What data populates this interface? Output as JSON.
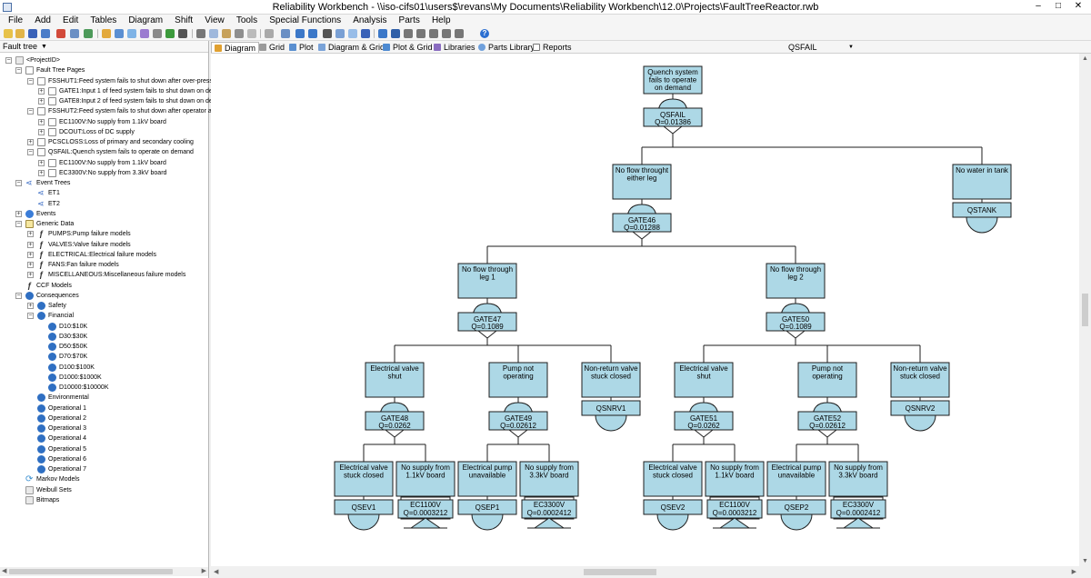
{
  "window": {
    "title": "Reliability Workbench - \\\\iso-cifs01\\users$\\revans\\My Documents\\Reliability Workbench\\12.0\\Projects\\FaultTreeReactor.rwb",
    "controls": [
      "–",
      "□",
      "✕"
    ]
  },
  "menu": [
    "File",
    "Add",
    "Edit",
    "Tables",
    "Diagram",
    "Shift",
    "View",
    "Tools",
    "Special Functions",
    "Analysis",
    "Parts",
    "Help"
  ],
  "left_panel": {
    "header": "Fault tree",
    "tree": [
      {
        "level": 0,
        "exp": "-",
        "icon": "folder",
        "label": "<ProjectID>"
      },
      {
        "level": 1,
        "exp": "-",
        "icon": "page",
        "label": "Fault Tree Pages"
      },
      {
        "level": 2,
        "exp": "-",
        "icon": "page",
        "label": "FSSHUT1:Feed system fails to shut down after over-press"
      },
      {
        "level": 3,
        "exp": "+",
        "icon": "gate",
        "label": "GATE1:Input 1 of feed system fails to shut down on de"
      },
      {
        "level": 3,
        "exp": "+",
        "icon": "gate",
        "label": "GATE8:Input 2 of feed system fails to shut down on de"
      },
      {
        "level": 2,
        "exp": "-",
        "icon": "page",
        "label": "FSSHUT2:Feed system fails to shut down after operator ac"
      },
      {
        "level": 3,
        "exp": "+",
        "icon": "gate",
        "label": "EC1100V:No supply from 1.1kV board"
      },
      {
        "level": 3,
        "exp": "+",
        "icon": "gate",
        "label": "DCOUT:Loss of DC supply"
      },
      {
        "level": 2,
        "exp": "+",
        "icon": "page",
        "label": "PCSCLOSS:Loss of primary and secondary cooling"
      },
      {
        "level": 2,
        "exp": "-",
        "icon": "page",
        "label": "QSFAIL:Quench system fails to operate on demand"
      },
      {
        "level": 3,
        "exp": "+",
        "icon": "gate",
        "label": "EC1100V:No supply from 1.1kV board"
      },
      {
        "level": 3,
        "exp": "+",
        "icon": "gate",
        "label": "EC3300V:No supply from 3.3kV board"
      },
      {
        "level": 1,
        "exp": "-",
        "icon": "et",
        "label": "Event Trees"
      },
      {
        "level": 2,
        "exp": "",
        "icon": "et",
        "label": "ET1"
      },
      {
        "level": 2,
        "exp": "",
        "icon": "et",
        "label": "ET2"
      },
      {
        "level": 1,
        "exp": "+",
        "icon": "event",
        "label": "Events"
      },
      {
        "level": 1,
        "exp": "-",
        "icon": "generic",
        "label": "Generic Data"
      },
      {
        "level": 2,
        "exp": "+",
        "icon": "model",
        "label": "PUMPS:Pump failure models"
      },
      {
        "level": 2,
        "exp": "+",
        "icon": "model",
        "label": "VALVES:Valve failure models"
      },
      {
        "level": 2,
        "exp": "+",
        "icon": "model",
        "label": "ELECTRICAL:Electrical failure models"
      },
      {
        "level": 2,
        "exp": "+",
        "icon": "model",
        "label": "FANS:Fan failure models"
      },
      {
        "level": 2,
        "exp": "+",
        "icon": "model",
        "label": "MISCELLANEOUS:Miscellaneous failure models"
      },
      {
        "level": 1,
        "exp": "",
        "icon": "model",
        "label": "CCF Models"
      },
      {
        "level": 1,
        "exp": "-",
        "icon": "cons",
        "label": "Consequences"
      },
      {
        "level": 2,
        "exp": "+",
        "icon": "cons",
        "label": "Safety"
      },
      {
        "level": 2,
        "exp": "-",
        "icon": "cons",
        "label": "Financial"
      },
      {
        "level": 3,
        "exp": "",
        "icon": "cons",
        "label": "D10:$10K"
      },
      {
        "level": 3,
        "exp": "",
        "icon": "cons",
        "label": "D30:$30K"
      },
      {
        "level": 3,
        "exp": "",
        "icon": "cons",
        "label": "D50:$50K"
      },
      {
        "level": 3,
        "exp": "",
        "icon": "cons",
        "label": "D70:$70K"
      },
      {
        "level": 3,
        "exp": "",
        "icon": "cons",
        "label": "D100:$100K"
      },
      {
        "level": 3,
        "exp": "",
        "icon": "cons",
        "label": "D1000:$1000K"
      },
      {
        "level": 3,
        "exp": "",
        "icon": "cons",
        "label": "D10000:$10000K"
      },
      {
        "level": 2,
        "exp": "",
        "icon": "cons",
        "label": "Environmental"
      },
      {
        "level": 2,
        "exp": "",
        "icon": "cons",
        "label": "Operational 1"
      },
      {
        "level": 2,
        "exp": "",
        "icon": "cons",
        "label": "Operational 2"
      },
      {
        "level": 2,
        "exp": "",
        "icon": "cons",
        "label": "Operational 3"
      },
      {
        "level": 2,
        "exp": "",
        "icon": "cons",
        "label": "Operational 4"
      },
      {
        "level": 2,
        "exp": "",
        "icon": "cons",
        "label": "Operational 5"
      },
      {
        "level": 2,
        "exp": "",
        "icon": "cons",
        "label": "Operational 6"
      },
      {
        "level": 2,
        "exp": "",
        "icon": "cons",
        "label": "Operational 7"
      },
      {
        "level": 1,
        "exp": "",
        "icon": "markov",
        "label": "Markov Models"
      },
      {
        "level": 1,
        "exp": "",
        "icon": "folder",
        "label": "Weibull Sets"
      },
      {
        "level": 1,
        "exp": "",
        "icon": "folder",
        "label": "Bitmaps"
      }
    ]
  },
  "tabs": [
    "Diagram",
    "Grid",
    "Plot",
    "Diagram & Grid",
    "Plot & Grid",
    "Libraries",
    "Parts Library",
    "Reports"
  ],
  "combo_value": "QSFAIL",
  "fault_tree": {
    "top": {
      "desc": [
        "Quench system",
        "fails to operate",
        "on demand"
      ],
      "id": "QSFAIL",
      "q": "Q=0.01386"
    },
    "gate46": {
      "desc": [
        "No flow throught",
        "either leg"
      ],
      "id": "GATE46",
      "q": "Q=0.01288"
    },
    "tank": {
      "desc": [
        "No water in tank"
      ],
      "id": "QSTANK"
    },
    "gate47": {
      "desc": [
        "No flow through",
        "leg 1"
      ],
      "id": "GATE47",
      "q": "Q=0.1089"
    },
    "gate50": {
      "desc": [
        "No flow through",
        "leg 2"
      ],
      "id": "GATE50",
      "q": "Q=0.1089"
    },
    "gate48": {
      "desc": [
        "Electrical valve",
        "shut"
      ],
      "id": "GATE48",
      "q": "Q=0.0262"
    },
    "gate49": {
      "desc": [
        "Pump not",
        "operating"
      ],
      "id": "GATE49",
      "q": "Q=0.02612"
    },
    "nrv1": {
      "desc": [
        "Non-return valve",
        "stuck closed"
      ],
      "id": "QSNRV1"
    },
    "gate51": {
      "desc": [
        "Electrical valve",
        "shut"
      ],
      "id": "GATE51",
      "q": "Q=0.0262"
    },
    "gate52": {
      "desc": [
        "Pump not",
        "operating"
      ],
      "id": "GATE52",
      "q": "Q=0.02612"
    },
    "nrv2": {
      "desc": [
        "Non-return valve",
        "stuck closed"
      ],
      "id": "QSNRV2"
    },
    "sev1": {
      "desc": [
        "Electrical valve",
        "stuck closed"
      ],
      "id": "QSEV1"
    },
    "ec1100a": {
      "desc": [
        "No supply from",
        "1.1kV board"
      ],
      "id": "EC1100V",
      "q": "Q=0.0003212"
    },
    "sep1": {
      "desc": [
        "Electrical pump",
        "unavailable"
      ],
      "id": "QSEP1"
    },
    "ec3300a": {
      "desc": [
        "No supply from",
        "3.3kV board"
      ],
      "id": "EC3300V",
      "q": "Q=0.0002412"
    },
    "sev2": {
      "desc": [
        "Electrical valve",
        "stuck closed"
      ],
      "id": "QSEV2"
    },
    "ec1100b": {
      "desc": [
        "No supply from",
        "1.1kV board"
      ],
      "id": "EC1100V",
      "q": "Q=0.0003212"
    },
    "sep2": {
      "desc": [
        "Electrical pump",
        "unavailable"
      ],
      "id": "QSEP2"
    },
    "ec3300b": {
      "desc": [
        "No supply from",
        "3.3kV board"
      ],
      "id": "EC3300V",
      "q": "Q=0.0002412"
    }
  }
}
